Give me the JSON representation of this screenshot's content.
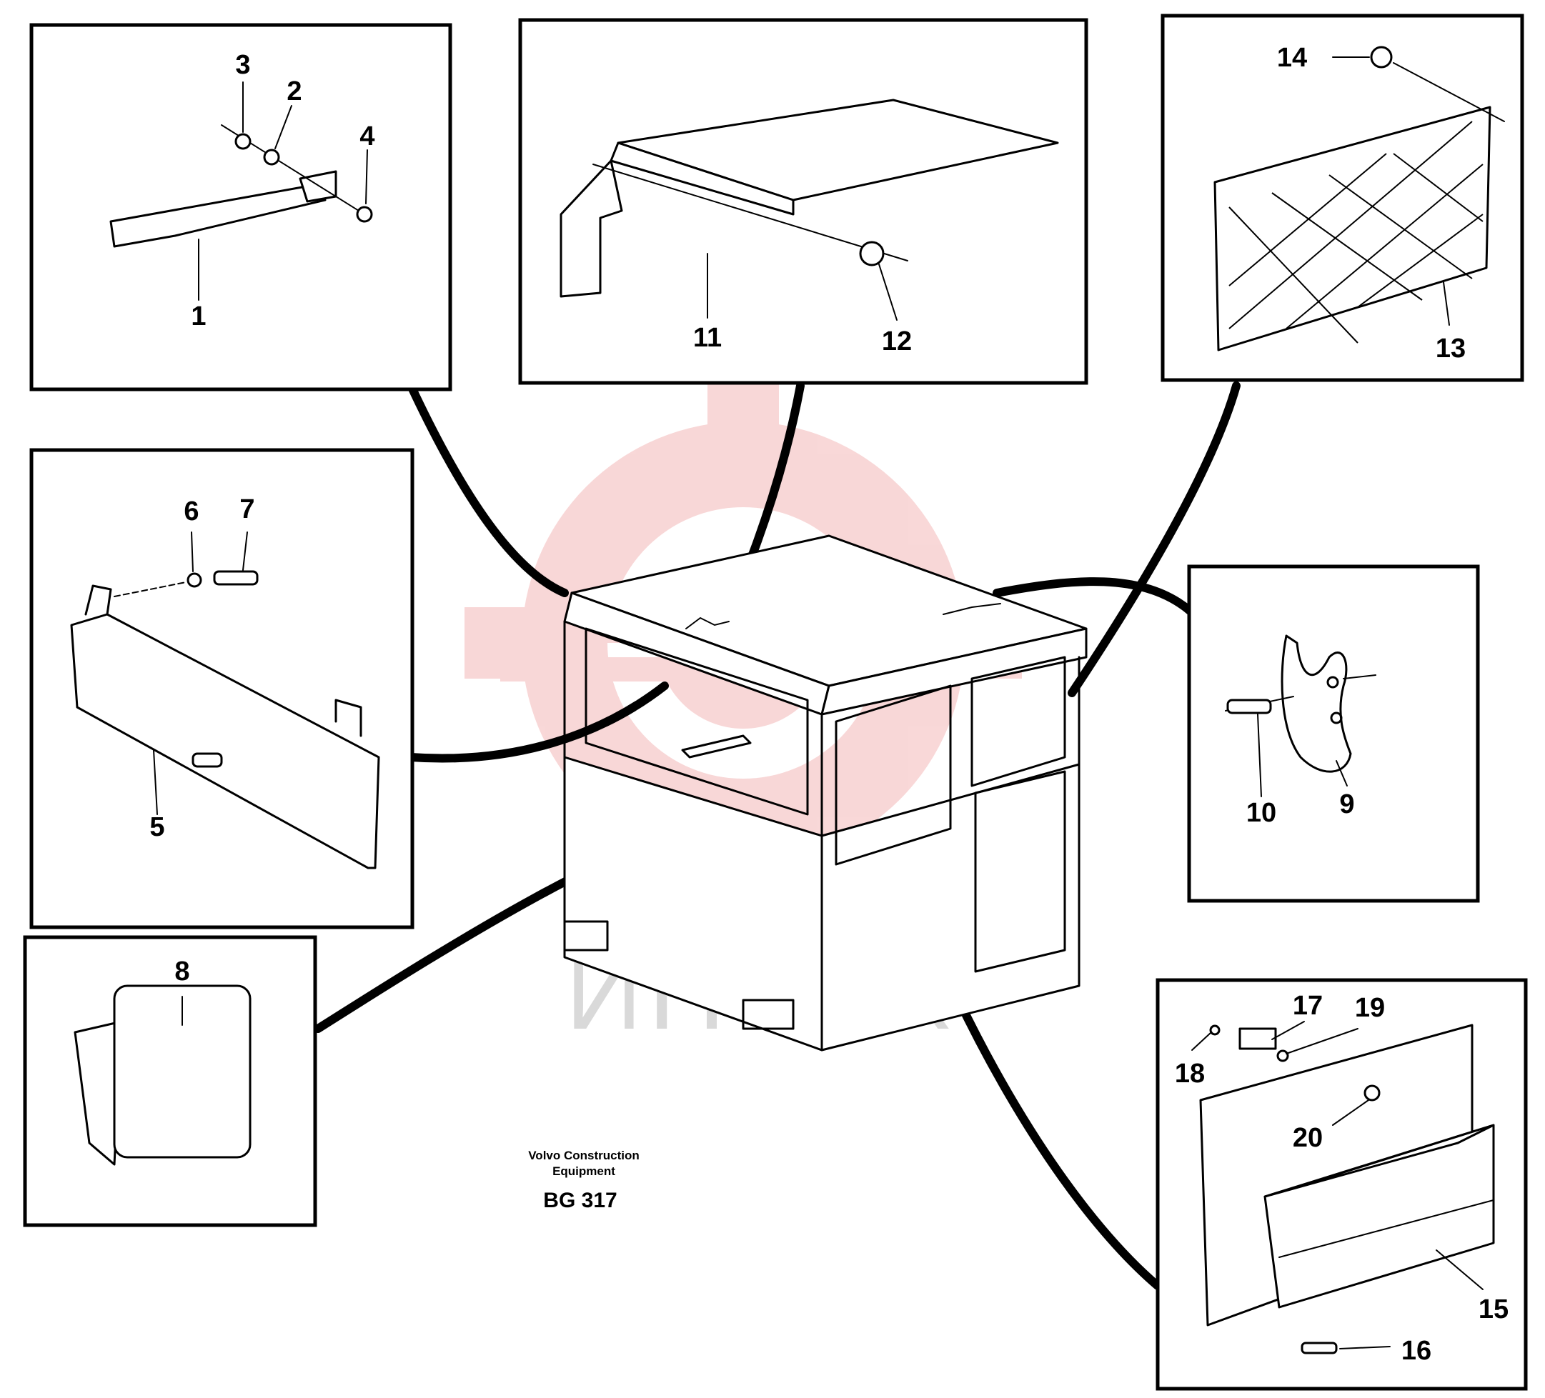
{
  "diagram": {
    "watermark": "ИНТЕХ",
    "caption": {
      "line1": "Volvo Construction",
      "line2": "Equipment",
      "code": "BG 317"
    },
    "callouts": {
      "c1": "1",
      "c2": "2",
      "c3": "3",
      "c4": "4",
      "c5": "5",
      "c6": "6",
      "c7": "7",
      "c8": "8",
      "c9": "9",
      "c10": "10",
      "c11": "11",
      "c12": "12",
      "c13": "13",
      "c14": "14",
      "c15": "15",
      "c16": "16",
      "c17": "17",
      "c18": "18",
      "c19": "19",
      "c20": "20"
    }
  }
}
